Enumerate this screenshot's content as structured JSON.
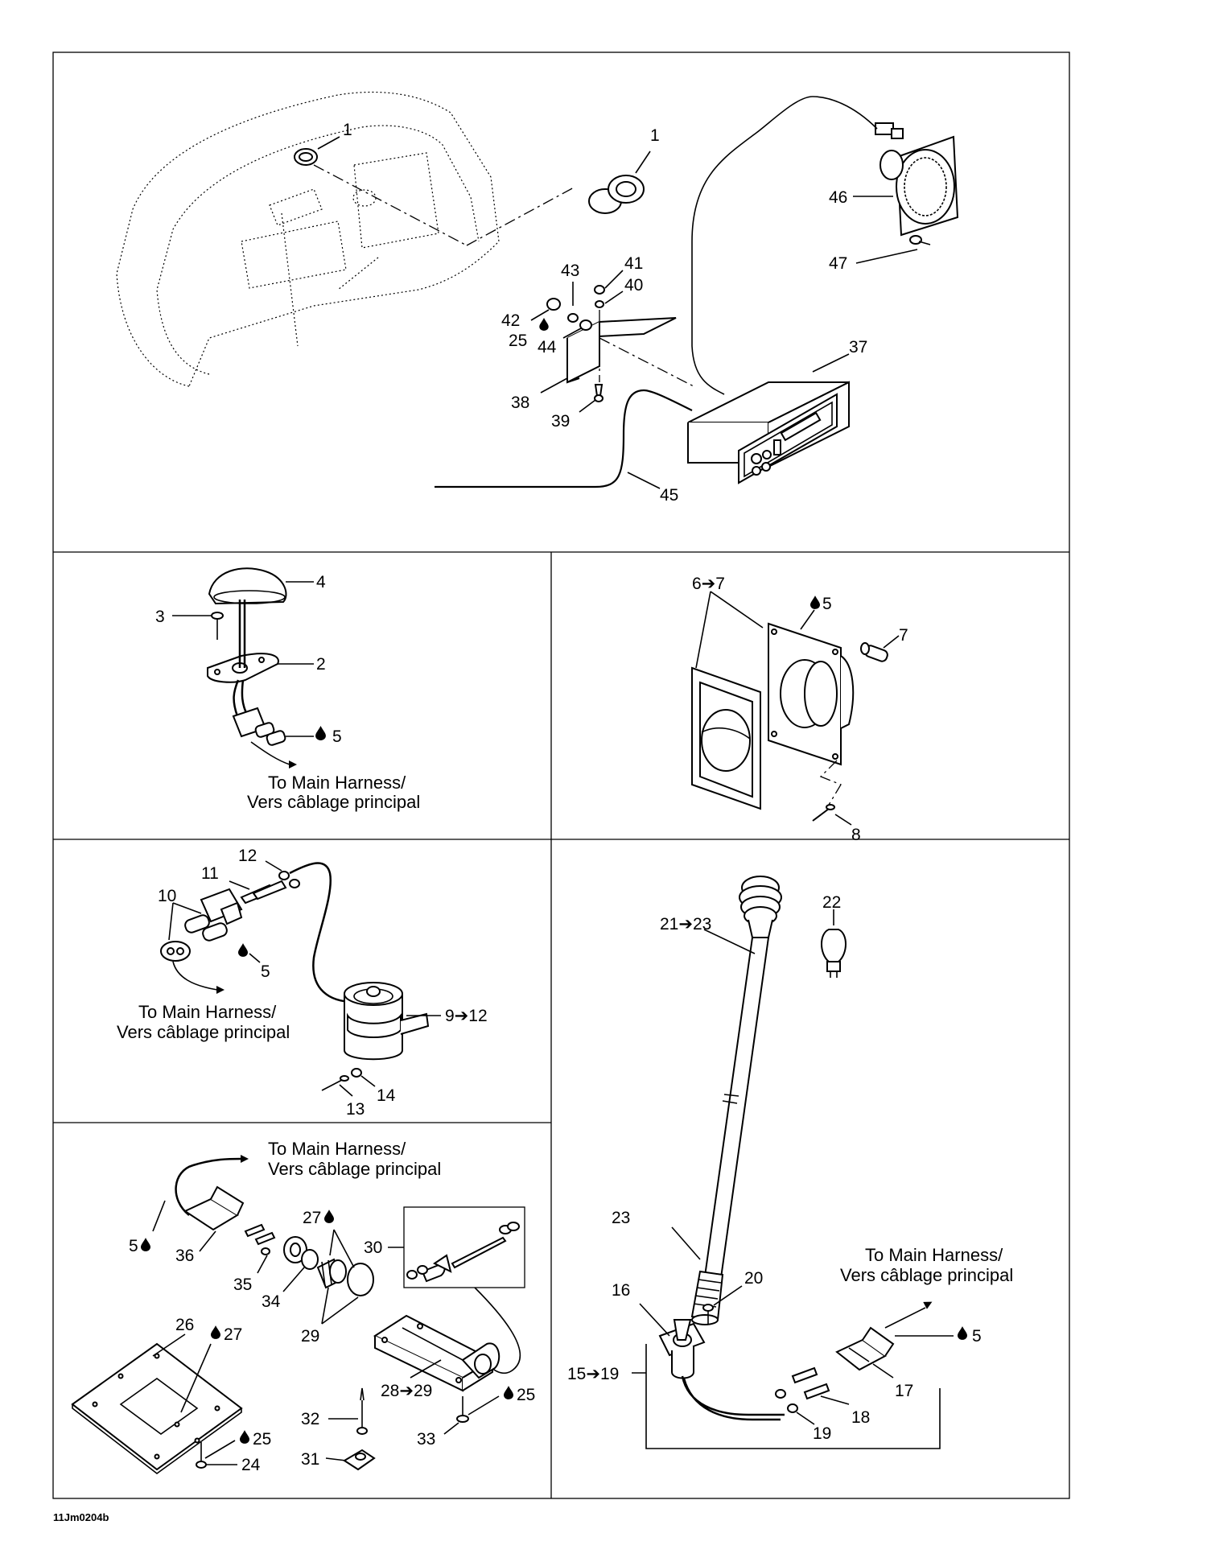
{
  "labels": {
    "p1a": "1",
    "p1b": "1",
    "p46": "46",
    "p47": "47",
    "p43": "43",
    "p41": "41",
    "p40": "40",
    "p42": "42",
    "p25a": "25",
    "p44": "44",
    "p37": "37",
    "p38": "38",
    "p39": "39",
    "p45": "45",
    "p4": "4",
    "p3": "3",
    "p2": "2",
    "p5a": "5",
    "p67": "6➔7",
    "p5b": "5",
    "p7": "7",
    "p8": "8",
    "p12": "12",
    "p11": "11",
    "p10": "10",
    "p5c": "5",
    "p912": "9➔12",
    "p14": "14",
    "p13": "13",
    "p2123": "21➔23",
    "p22": "22",
    "p23": "23",
    "p16": "16",
    "p20": "20",
    "p5d": "5",
    "p1519": "15➔19",
    "p17": "17",
    "p18": "18",
    "p19": "19",
    "p27a": "27",
    "p30": "30",
    "p5e": "5",
    "p36": "36",
    "p35": "35",
    "p34": "34",
    "p29": "29",
    "p26": "26",
    "p27b": "27",
    "p2829": "28➔29",
    "p25b": "25",
    "p32": "32",
    "p25c": "25",
    "p33": "33",
    "p24": "24",
    "p31": "31"
  },
  "captions": {
    "harness_en": "To Main Harness/",
    "harness_fr": "Vers câblage principal"
  },
  "footer": {
    "code": "11Jm0204b"
  }
}
